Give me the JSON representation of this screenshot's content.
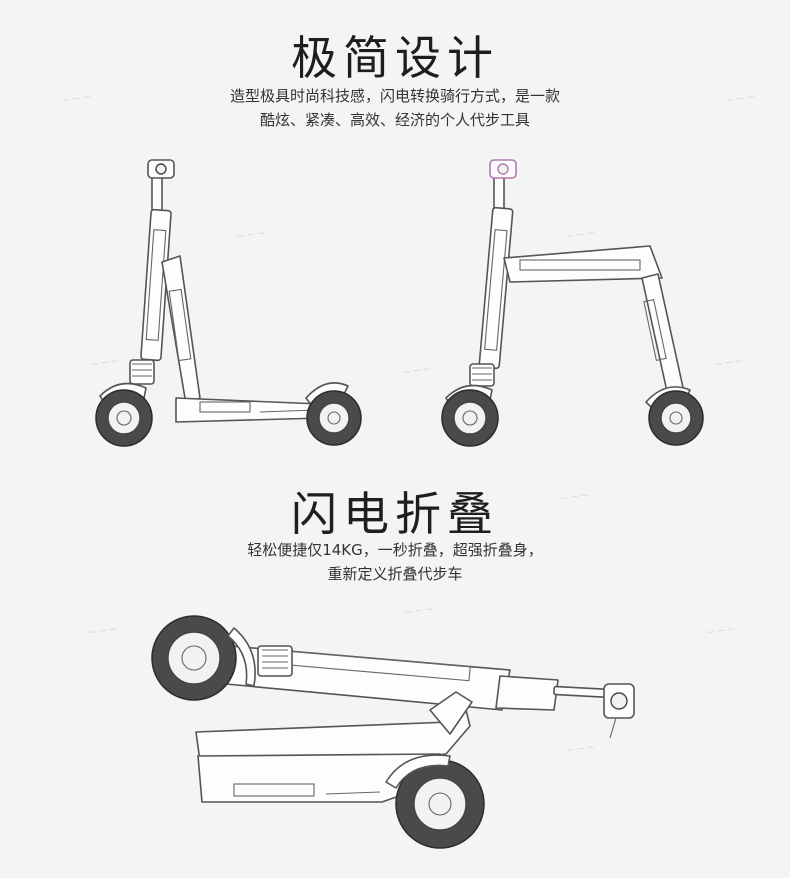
{
  "section1": {
    "title": "极简设计",
    "desc_line1": "造型极具时尚科技感，闪电转换骑行方式，是一款",
    "desc_line2": "酷炫、紧凑、高效、经济的个人代步工具"
  },
  "section2": {
    "title": "闪电折叠",
    "desc_line1": "轻松便捷仅14KG，一秒折叠，超强折叠身，",
    "desc_line2": "重新定义折叠代步车"
  },
  "colors": {
    "background": "#f4f4f4",
    "text": "#222222",
    "tire": "#4a4a4a",
    "accent_display": "#b07ab0"
  }
}
